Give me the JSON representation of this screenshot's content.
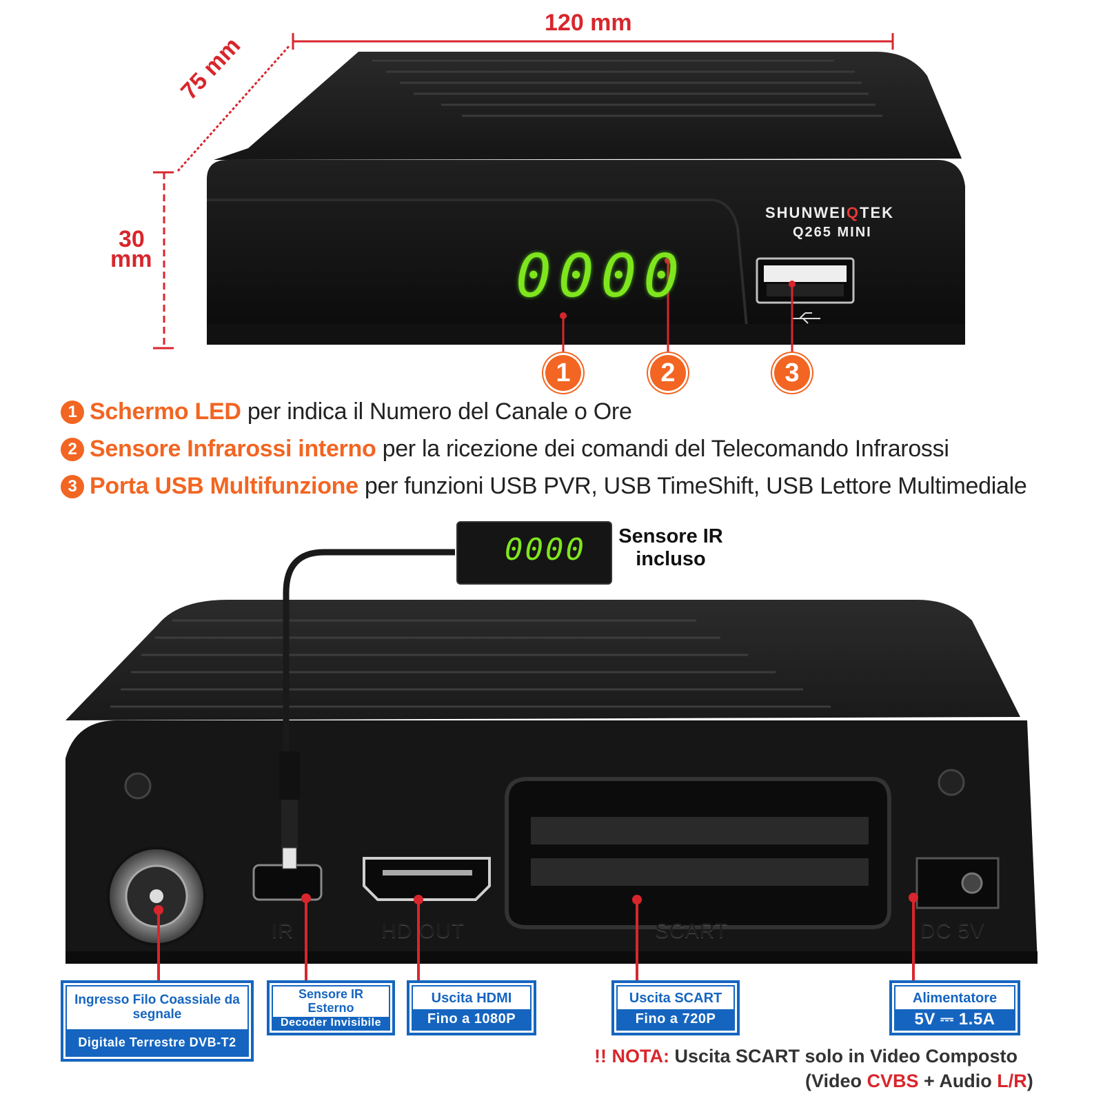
{
  "dimensions": {
    "width": "120 mm",
    "depth": "75 mm",
    "height_value": "30",
    "height_unit": "mm"
  },
  "device": {
    "brand_prefix": "SHUNWEI",
    "brand_q": "Q",
    "brand_suffix": "TEK",
    "model": "Q265 MINI",
    "display_value": "0000"
  },
  "callouts": [
    "1",
    "2",
    "3"
  ],
  "features": [
    {
      "num": "1",
      "title": "Schermo LED",
      "text": "per indica il Numero del Canale o Ore"
    },
    {
      "num": "2",
      "title": "Sensore Infrarossi interno",
      "text": "per la ricezione dei comandi del Telecomando Infrarossi"
    },
    {
      "num": "3",
      "title": "Porta USB Multifunzione",
      "text": "per funzioni USB PVR, USB TimeShift, USB Lettore Multimediale"
    }
  ],
  "ir_sensor": {
    "display_value": "0000",
    "label_line1": "Sensore IR",
    "label_line2": "incluso"
  },
  "rear_ports": {
    "ir": "IR",
    "hdmi": "HD OUT",
    "scart": "SCART",
    "dc": "DC 5V"
  },
  "boxes": {
    "antenna": {
      "top": "Ingresso Filo Coassiale da segnale",
      "bottom": "Digitale Terrestre DVB-T2"
    },
    "ir": {
      "top": "Sensore IR Esterno",
      "bottom": "Decoder Invisibile"
    },
    "hdmi": {
      "top": "Uscita HDMI",
      "bottom": "Fino a 1080P"
    },
    "scart": {
      "top": "Uscita SCART",
      "bottom": "Fino a 720P"
    },
    "power": {
      "top": "Alimentatore",
      "bottom": "5V ⎓ 1.5A"
    }
  },
  "note": {
    "prefix": "!! NOTA:",
    "line1": "Uscita SCART solo in Video Composto",
    "line2_a": "(Video ",
    "line2_b": "CVBS",
    "line2_c": " + Audio ",
    "line2_d": "L/R",
    "line2_e": ")"
  },
  "colors": {
    "accent_orange": "#f26522",
    "dimension_red": "#d8262c",
    "box_blue": "#1565c0",
    "led_green": "#7fe61e"
  }
}
